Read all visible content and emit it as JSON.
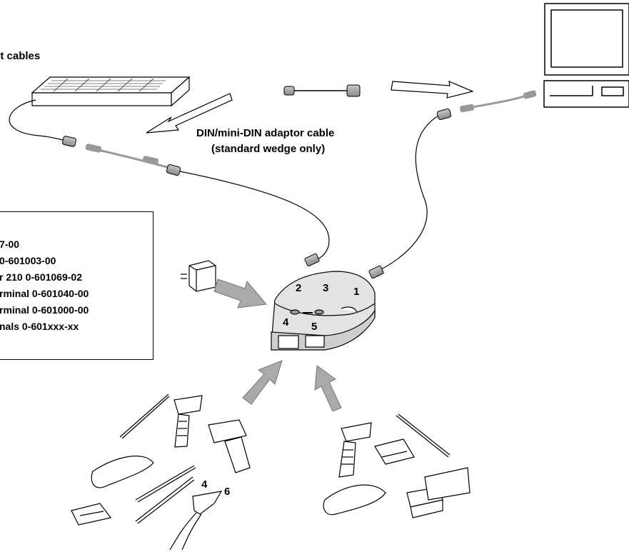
{
  "title_cables": "ct cables",
  "adaptor": {
    "line1": "DIN/mini-DIN adaptor cable",
    "line2": "(standard wedge only)"
  },
  "legend_items": [
    "7-00",
    "0-601003-00",
    "r 210 0-601069-02",
    "rminal 0-601040-00",
    "rminal 0-601000-00",
    "nals 0-601xxx-xx"
  ],
  "ports": [
    "1",
    "2",
    "3",
    "4",
    "5"
  ],
  "connector_pins": [
    "4",
    "6"
  ]
}
